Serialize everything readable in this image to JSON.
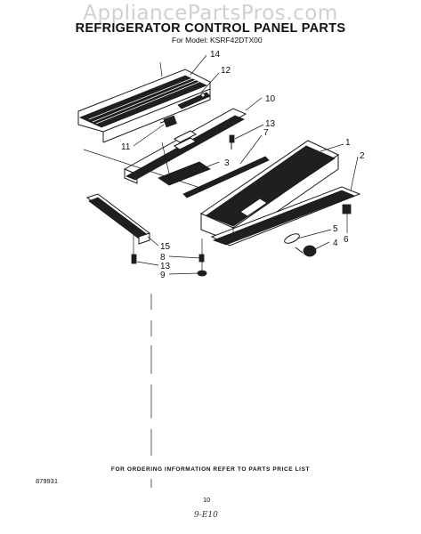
{
  "watermark": "AppliancePartsPros.com",
  "title": "REFRIGERATOR CONTROL PANEL PARTS",
  "model_line": "For Model: KSRF42DTX00",
  "footer_note": "FOR ORDERING INFORMATION REFER TO PARTS PRICE LIST",
  "part_code": "879931",
  "page_number": "10",
  "handwritten_note": "9-E10",
  "callouts": {
    "c1": "1",
    "c2": "2",
    "c3": "3",
    "c4": "4",
    "c5": "5",
    "c6": "6",
    "c7": "7",
    "c8": "8",
    "c9": "9",
    "c10": "10",
    "c11": "11",
    "c12": "12",
    "c13a": "13",
    "c13b": "13",
    "c14": "14",
    "c15": "15"
  }
}
